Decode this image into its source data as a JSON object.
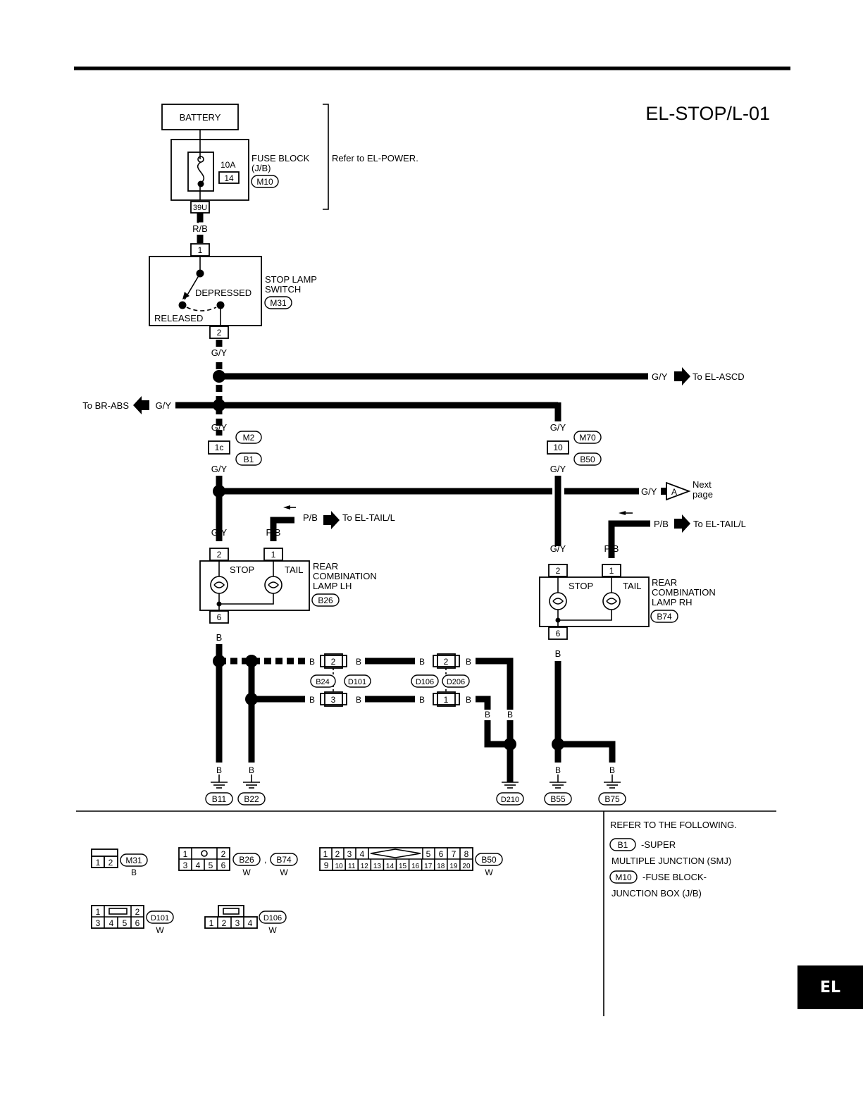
{
  "header": {
    "code": "EL-STOP/L-01"
  },
  "power": {
    "battery": "BATTERY",
    "fuse_rating": "10A",
    "fuse_number": "14",
    "fuse_block_line1": "FUSE BLOCK",
    "fuse_block_line2": "(J/B)",
    "fuse_block_conn": "M10",
    "fuse_terminal": "39U",
    "refer_note": "Refer to EL-POWER."
  },
  "wires": {
    "rb": "R/B",
    "gy": "G/Y",
    "pb": "P/B",
    "b": "B"
  },
  "stop_switch": {
    "name_line1": "STOP LAMP",
    "name_line2": "SWITCH",
    "conn": "M31",
    "depressed": "DEPRESSED",
    "released": "RELEASED",
    "pin_in": "1",
    "pin_out": "2"
  },
  "destinations": {
    "ascd": "To EL-ASCD",
    "abs": "To BR-ABS",
    "tail": "To EL-TAIL/L",
    "next_marker": "A",
    "next_line1": "Next",
    "next_line2": "page"
  },
  "junctions": {
    "left_pin": "1c",
    "left_top": "M2",
    "left_bottom": "B1",
    "right_pin": "10",
    "right_top": "M70",
    "right_bottom": "B50"
  },
  "lamp_lh": {
    "line1": "REAR",
    "line2": "COMBINATION",
    "line3": "LAMP LH",
    "conn": "B26",
    "stop": "STOP",
    "tail": "TAIL",
    "pin_stop": "2",
    "pin_tail": "1",
    "pin_ground": "6"
  },
  "lamp_rh": {
    "line1": "REAR",
    "line2": "COMBINATION",
    "line3": "LAMP RH",
    "conn": "B74",
    "stop": "STOP",
    "tail": "TAIL",
    "pin_stop": "2",
    "pin_tail": "1",
    "pin_ground": "6"
  },
  "ground_conns": {
    "c1_pin_top": "2",
    "c1_pin_bottom": "3",
    "c1_left": "B24",
    "c1_right": "D101",
    "c2_pin_top": "2",
    "c2_pin_bottom": "1",
    "c2_left": "D106",
    "c2_right": "D206"
  },
  "grounds": [
    "B11",
    "B22",
    "D210",
    "B55",
    "B75"
  ],
  "legend": {
    "m31": {
      "pins_top": [
        ""
      ],
      "pins_bottom": [
        "1",
        "2"
      ],
      "conn": "M31",
      "color": "B"
    },
    "b26": {
      "pins_top": [
        "1",
        "",
        "2"
      ],
      "pins_bottom": [
        "3",
        "4",
        "5",
        "6"
      ],
      "conn": "B26",
      "conn2": "B74",
      "color": "W",
      "color2": "W",
      "sep": ","
    },
    "b50": {
      "pins_top_left": [
        "1",
        "2",
        "3",
        "4"
      ],
      "pins_top_right": [
        "5",
        "6",
        "7",
        "8"
      ],
      "pins_bottom": [
        "9",
        "10",
        "11",
        "12",
        "13",
        "14",
        "15",
        "16",
        "17",
        "18",
        "19",
        "20"
      ],
      "conn": "B50",
      "color": "W"
    },
    "d101": {
      "pins_top": [
        "1",
        "",
        "2"
      ],
      "pins_bottom": [
        "3",
        "4",
        "5",
        "6"
      ],
      "conn": "D101",
      "color": "W"
    },
    "d106": {
      "pins_bottom": [
        "1",
        "2",
        "3",
        "4"
      ],
      "conn": "D106",
      "color": "W"
    }
  },
  "refer": {
    "heading": "REFER TO THE FOLLOWING.",
    "item1_conn": "B1",
    "item1_text": "-SUPER",
    "item1_cont": "MULTIPLE JUNCTION (SMJ)",
    "item2_conn": "M10",
    "item2_text": "-FUSE BLOCK-",
    "item2_cont": "JUNCTION BOX (J/B)"
  },
  "section_tab": "EL"
}
